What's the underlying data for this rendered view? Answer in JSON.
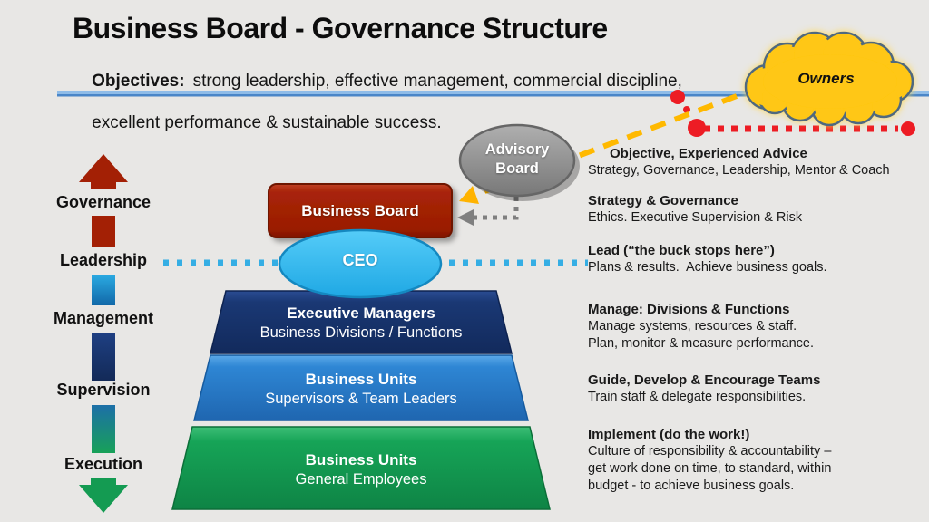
{
  "slide": {
    "title": "Business Board - Governance Structure",
    "objectives": {
      "label": "Objectives:",
      "line1": "strong leadership, effective management, commercial discipline,",
      "line2": "excellent performance & sustainable success."
    }
  },
  "owners_cloud": {
    "label": "Owners"
  },
  "axis_labels": [
    "Governance",
    "Leadership",
    "Management",
    "Supervision",
    "Execution"
  ],
  "org": {
    "advisory_board": {
      "line1": "Advisory",
      "line2": "Board"
    },
    "business_board": {
      "label": "Business Board"
    },
    "ceo": {
      "label": "CEO"
    },
    "levels": [
      {
        "title": "Executive Managers",
        "subtitle": "Business Divisions / Functions"
      },
      {
        "title": "Business Units",
        "subtitle": "Supervisors & Team Leaders"
      },
      {
        "title": "Business Units",
        "subtitle": "General Employees"
      }
    ]
  },
  "annotations": [
    {
      "title": "Objective, Experienced Advice",
      "lines": [
        "Strategy, Governance, Leadership, Mentor & Coach"
      ]
    },
    {
      "title": "Strategy & Governance",
      "lines": [
        "Ethics. Executive Supervision & Risk"
      ]
    },
    {
      "title": "Lead (“the buck stops here”)",
      "lines": [
        "Plans & results.  Achieve business goals."
      ]
    },
    {
      "title": "Manage: Divisions & Functions",
      "lines": [
        "Manage systems, resources & staff.",
        "Plan, monitor & measure performance."
      ]
    },
    {
      "title": "Guide, Develop & Encourage Teams",
      "lines": [
        "Train staff & delegate responsibilities."
      ]
    },
    {
      "title": "Implement (do the work!)",
      "lines": [
        "Culture of responsibility & accountability –",
        "get work done on time, to standard, within",
        "budget - to achieve business goals."
      ]
    }
  ],
  "colors": {
    "background": "#E8E7E5",
    "rule_blue_light": "#8FBCE8",
    "rule_blue_dark": "#4A86C8",
    "governance_red": "#A32005",
    "leadership_cyan": "#29ABE2",
    "management_navy": "#16316B",
    "business_units_blue": "#2E84D0",
    "execution_green": "#149B52",
    "ceo_cyan": "#2FBCF2",
    "advisory_gray": "#8C8C8C",
    "owners_yellow": "#FFC712",
    "connector_red": "#ED1C24",
    "connector_yellow": "#FFB900",
    "connector_gray": "#7F7F7F"
  }
}
